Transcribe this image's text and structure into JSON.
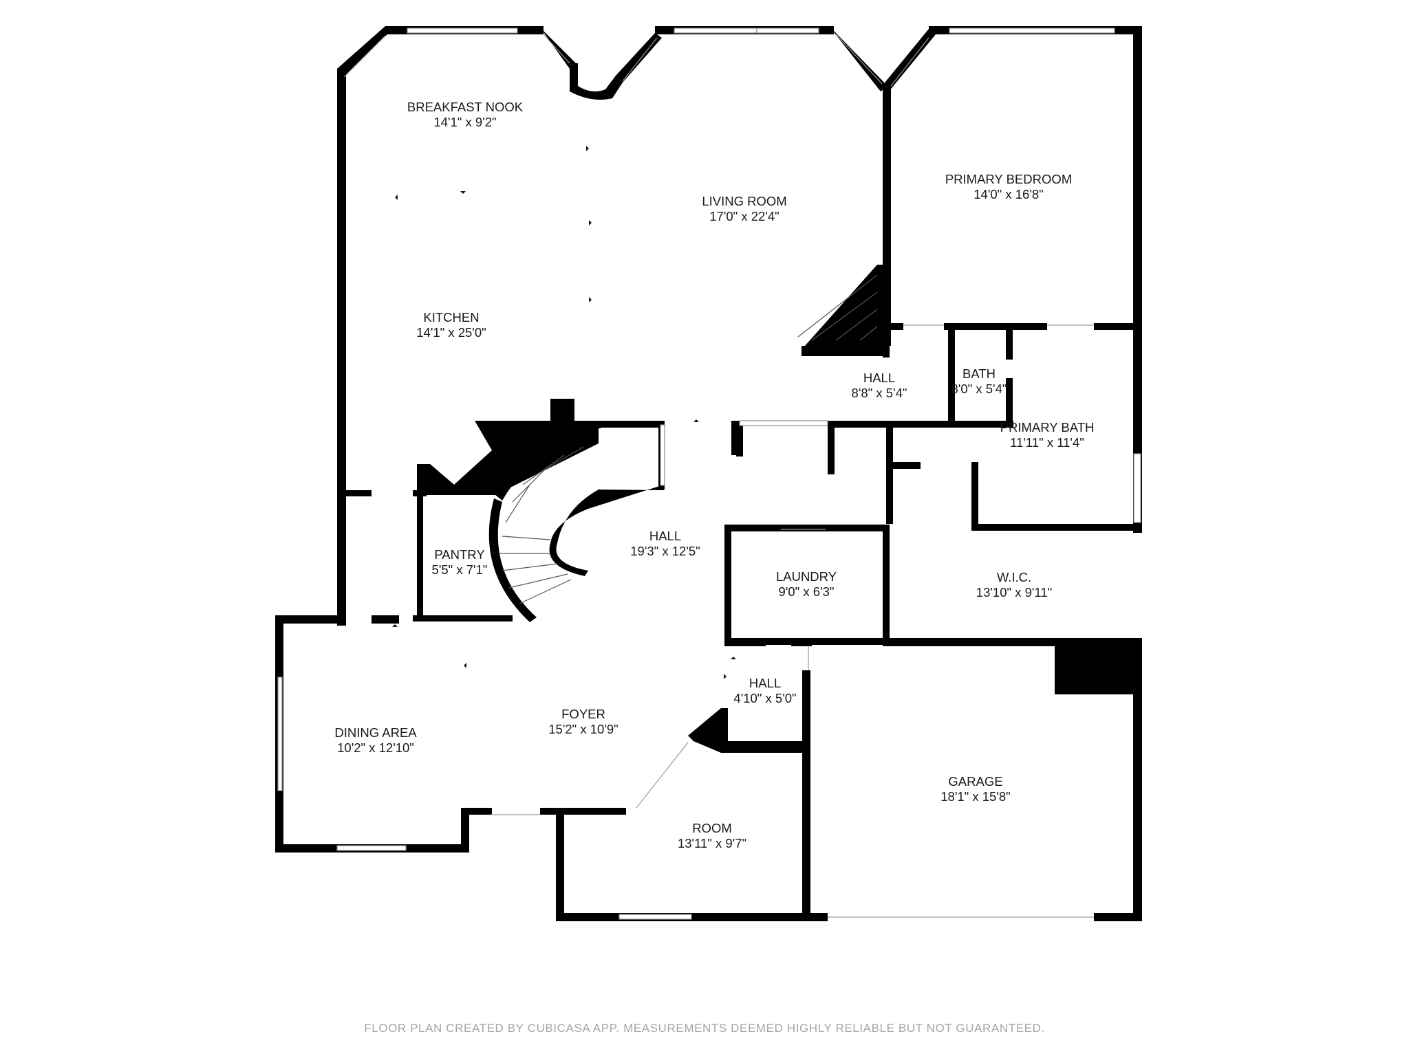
{
  "rooms": [
    {
      "id": "breakfast-nook",
      "name": "BREAKFAST NOOK",
      "dims": "14'1\" x 9'2\""
    },
    {
      "id": "living-room",
      "name": "LIVING ROOM",
      "dims": "17'0\" x 22'4\""
    },
    {
      "id": "primary-bedroom",
      "name": "PRIMARY BEDROOM",
      "dims": "14'0\" x 16'8\""
    },
    {
      "id": "kitchen",
      "name": "KITCHEN",
      "dims": "14'1\" x 25'0\""
    },
    {
      "id": "hall-upper",
      "name": "HALL",
      "dims": "8'8\" x 5'4\""
    },
    {
      "id": "bath",
      "name": "BATH",
      "dims": "8'0\" x 5'4\""
    },
    {
      "id": "primary-bath",
      "name": "PRIMARY BATH",
      "dims": "11'11\" x 11'4\""
    },
    {
      "id": "pantry",
      "name": "PANTRY",
      "dims": "5'5\" x 7'1\""
    },
    {
      "id": "hall-main",
      "name": "HALL",
      "dims": "19'3\" x 12'5\""
    },
    {
      "id": "laundry",
      "name": "LAUNDRY",
      "dims": "9'0\" x 6'3\""
    },
    {
      "id": "wic",
      "name": "W.I.C.",
      "dims": "13'10\" x 9'11\""
    },
    {
      "id": "hall-small",
      "name": "HALL",
      "dims": "4'10\" x 5'0\""
    },
    {
      "id": "dining-area",
      "name": "DINING AREA",
      "dims": "10'2\" x 12'10\""
    },
    {
      "id": "foyer",
      "name": "FOYER",
      "dims": "15'2\" x 10'9\""
    },
    {
      "id": "garage",
      "name": "GARAGE",
      "dims": "18'1\" x 15'8\""
    },
    {
      "id": "room",
      "name": "ROOM",
      "dims": "13'11\" x 9'7\""
    }
  ],
  "footer": "FLOOR PLAN CREATED BY CUBICASA APP. MEASUREMENTS DEEMED HIGHLY RELIABLE BUT NOT GUARANTEED.",
  "colors": {
    "wall": "#000000",
    "text": "#1a1a1a",
    "footer": "#a5a5a5"
  }
}
